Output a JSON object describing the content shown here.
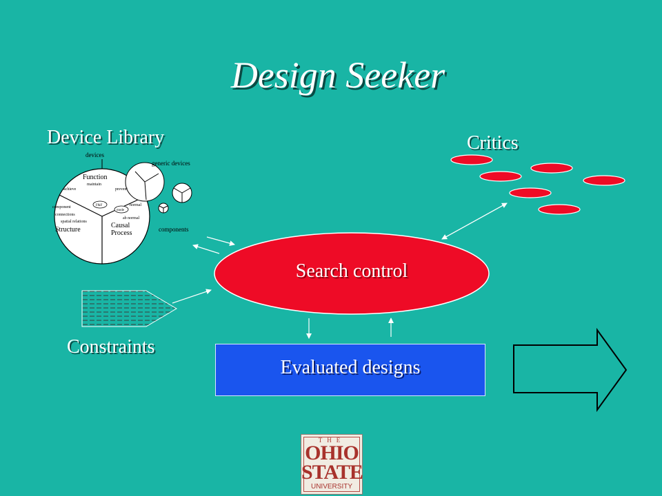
{
  "title": "Design Seeker",
  "device_library": {
    "label": "Device Library",
    "devices_label": "devices",
    "generic_devices_label": "generic devices",
    "components_label": "components",
    "function_label": "Function",
    "maintain_label": "maintain",
    "achieve_label": "achieve",
    "prevent_label": "prevent",
    "component_label": "component",
    "connections_label": "connections",
    "spatial_relations_label": "spatial relations",
    "structure_label": "Structure",
    "causal_label": "Causal",
    "process_label": "Process",
    "normal_label": "normal",
    "ab_normal_label": "ab normal",
    "mode_label": "mode",
    "fnf_label": "F&F"
  },
  "critics": {
    "label": "Critics",
    "color": "#ee0b26"
  },
  "search_control": {
    "label": "Search control",
    "color": "#ee0b26"
  },
  "evaluated_designs": {
    "label": "Evaluated designs",
    "color": "#1a55ee"
  },
  "constraints": {
    "label": "Constraints"
  },
  "logo": {
    "the": "THE",
    "ohio": "OHIO",
    "state": "STATE",
    "university": "UNIVERSITY"
  },
  "colors": {
    "background": "#19b5a5",
    "title_text": "#ffffff"
  }
}
